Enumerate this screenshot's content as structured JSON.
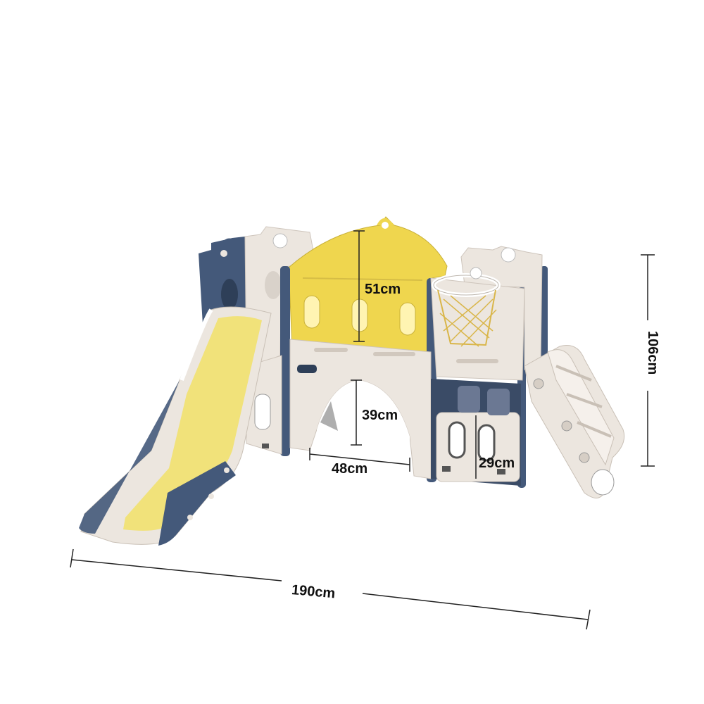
{
  "dimensions": {
    "total_length": "190cm",
    "height": "106cm",
    "roof_height": "51cm",
    "arch_height": "39cm",
    "arch_width": "48cm",
    "side_block_width": "29cm"
  },
  "colors": {
    "slide_yellow": "#f1e27a",
    "castle_yellow": "#efd64e",
    "body_beige": "#ece6df",
    "navy": "#44597a",
    "line": "#222222"
  }
}
